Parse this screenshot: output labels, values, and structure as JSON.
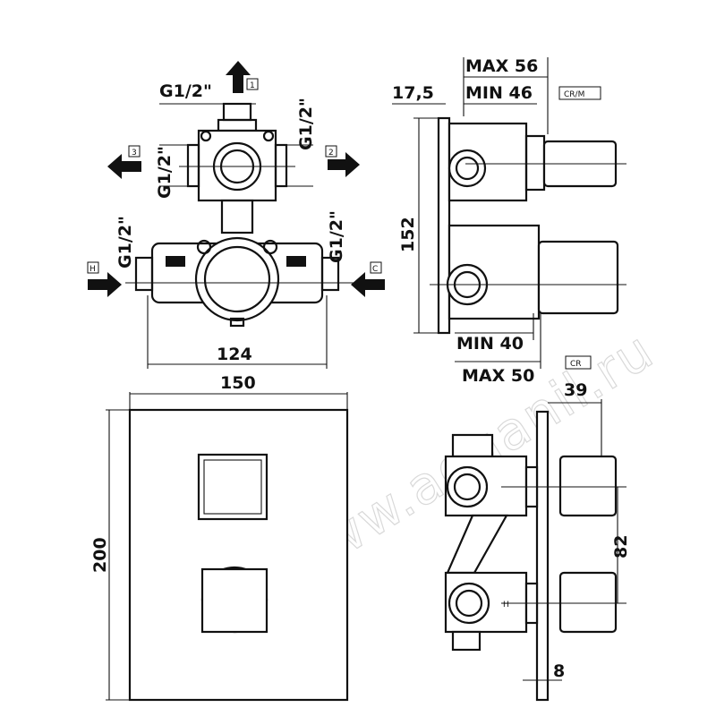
{
  "watermark": "www.aquanil.ru",
  "top_view": {
    "thread_labels": [
      "G1/2\"",
      "G1/2\"",
      "G1/2\"",
      "G1/2\"",
      "G1/2\""
    ],
    "port_labels": [
      "1",
      "2",
      "3",
      "H",
      "C"
    ],
    "width_dim": "124"
  },
  "side_view_top": {
    "dims": [
      "MAX 56",
      "MIN 46",
      "17,5",
      "152",
      "MIN 40",
      "MAX 50"
    ],
    "code_tags": [
      "CR/M",
      "CR"
    ]
  },
  "front_plate": {
    "width": "150",
    "height": "200"
  },
  "side_view_bottom": {
    "dims": [
      "39",
      "82",
      "8"
    ],
    "mark": "H"
  }
}
